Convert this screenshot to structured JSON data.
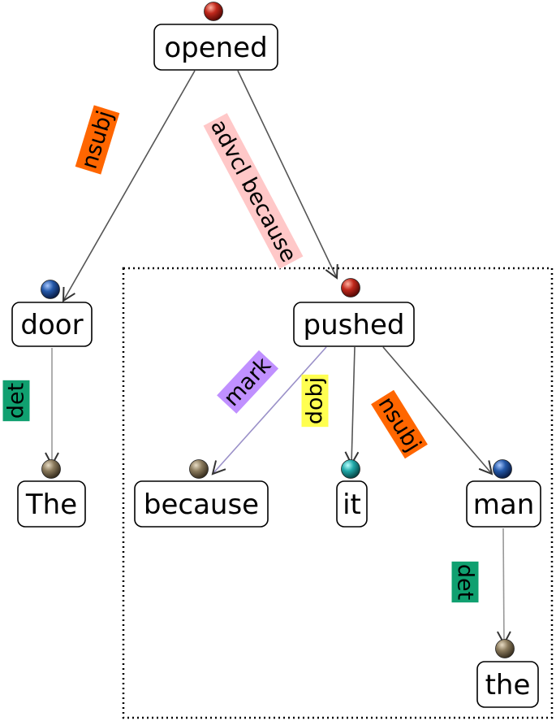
{
  "nodes": {
    "opened": {
      "label": "opened",
      "ball": "red"
    },
    "door": {
      "label": "door",
      "ball": "blue"
    },
    "the_cap": {
      "label": "The",
      "ball": "brown"
    },
    "pushed": {
      "label": "pushed",
      "ball": "red"
    },
    "because": {
      "label": "because",
      "ball": "brown"
    },
    "it": {
      "label": "it",
      "ball": "teal"
    },
    "man": {
      "label": "man",
      "ball": "blue"
    },
    "the_low": {
      "label": "the",
      "ball": "brown"
    }
  },
  "edges": [
    {
      "id": "nsubj-opened-door",
      "from": "opened",
      "to": "door",
      "label": "nsubj",
      "color": "#ff6600",
      "line": "#555555"
    },
    {
      "id": "advcl-opened-pushed",
      "from": "opened",
      "to": "pushed",
      "label": "advcl because",
      "color": "#ffc8c8",
      "line": "#555555"
    },
    {
      "id": "det-door-the",
      "from": "door",
      "to": "the_cap",
      "label": "det",
      "color": "#10a070",
      "line": "#999999"
    },
    {
      "id": "mark-pushed-because",
      "from": "pushed",
      "to": "because",
      "label": "mark",
      "color": "#c090ff",
      "line": "#9a90c8"
    },
    {
      "id": "dobj-pushed-it",
      "from": "pushed",
      "to": "it",
      "label": "dobj",
      "color": "#ffff50",
      "line": "#555555"
    },
    {
      "id": "nsubj-pushed-man",
      "from": "pushed",
      "to": "man",
      "label": "nsubj",
      "color": "#ff6600",
      "line": "#555555"
    },
    {
      "id": "det-man-the",
      "from": "man",
      "to": "the_low",
      "label": "det",
      "color": "#10a070",
      "line": "#999999"
    }
  ],
  "colors": {
    "ball_red": "#b41e14",
    "ball_blue": "#1e50a0",
    "ball_brown": "#7a6a50",
    "ball_teal": "#1a9a9a",
    "node_border": "#000000",
    "node_fill": "#ffffff",
    "dotted_box": "#000000"
  }
}
